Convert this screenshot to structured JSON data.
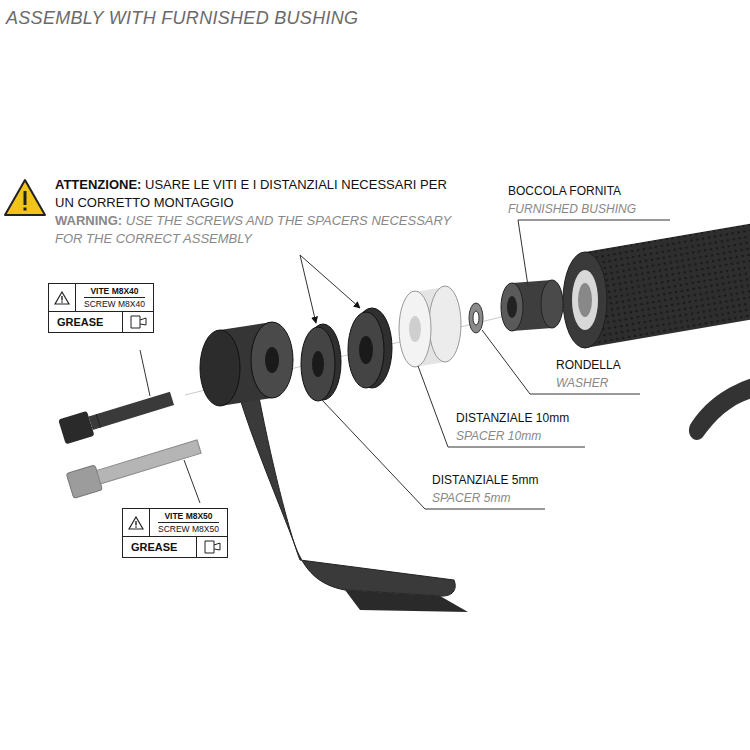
{
  "diagram": {
    "title": "ASSEMBLY WITH FURNISHED BUSHING",
    "nodes": [
      {
        "text": [
          "VITE M8X40",
          "SCREW M8X40",
          "GREASE"
        ]
      },
      {
        "text": [
          "VITE M8X50",
          "SCREW M8X50",
          "GREASE"
        ]
      }
    ],
    "labels": [
      "ATTENZIONE:",
      "USARE LE VITI E I DISTANZIALI NECESSARI PER UN CORRETTO MONTAGGIO",
      "WARNING:",
      "USE THE SCREWS AND THE SPACERS NECESSARY FOR THE CORRECT ASSEMBLY",
      "BOCCOLA FORNITA",
      "FURNISHED BUSHING",
      "RONDELLA",
      "WASHER",
      "DISTANZIALE 10mm",
      "SPACER 10mm",
      "DISTANZIALE 5mm",
      "SPACER 5mm"
    ]
  }
}
